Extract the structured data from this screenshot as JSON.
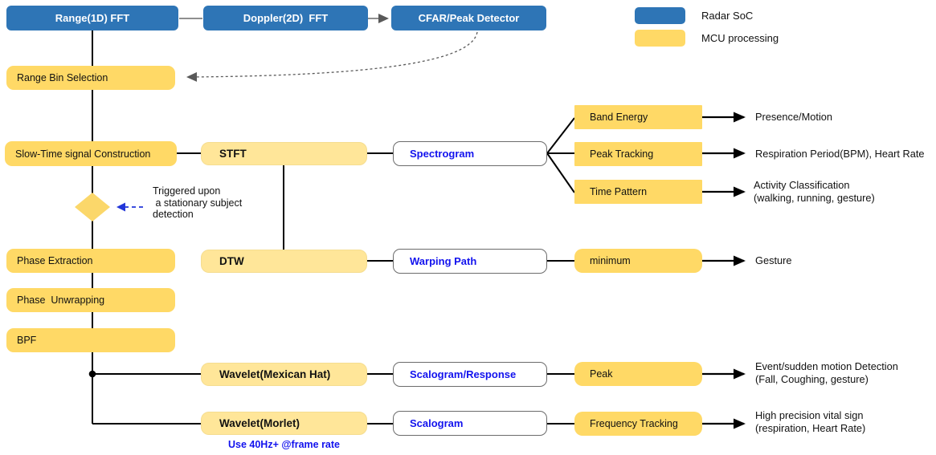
{
  "legend": {
    "radar_soc": "Radar SoC",
    "mcu": "MCU processing"
  },
  "colors": {
    "radar_soc_blue": "#2E75B6",
    "mcu_yellow": "#FFD966",
    "processing_yellow": "#FFE699",
    "link_text_blue": "#1212EE",
    "connector_black": "#000000",
    "connector_gray": "#595959"
  },
  "radar": {
    "range_fft": "Range(1D) FFT",
    "doppler_fft": "Doppler(2D)  FFT",
    "cfar": "CFAR/Peak Detector"
  },
  "chain": {
    "range_bin": "Range Bin Selection",
    "slow_time": "Slow-Time signal Construction",
    "phase_extraction": "Phase Extraction",
    "phase_unwrapping": "Phase  Unwrapping",
    "bpf": "BPF"
  },
  "trigger_note": "Triggered upon\n a stationary subject\ndetection",
  "processing": {
    "stft": "STFT",
    "dtw": "DTW",
    "wavelet_mexican_hat": "Wavelet(Mexican Hat)",
    "wavelet_morlet": "Wavelet(Morlet)"
  },
  "representation": {
    "spectrogram": "Spectrogram",
    "warping_path": "Warping Path",
    "scalogram_response": "Scalogram/Response",
    "scalogram": "Scalogram"
  },
  "feature": {
    "band_energy": "Band Energy",
    "peak_tracking": "Peak Tracking",
    "time_pattern": "Time Pattern",
    "minimum": "minimum",
    "peak": "Peak",
    "frequency_tracking": "Frequency Tracking"
  },
  "output": {
    "presence": "Presence/Motion",
    "respiration": "Respiration Period(BPM), Heart Rate",
    "activity": "Activity Classification\n(walking, running, gesture)",
    "gesture": "Gesture",
    "event_detection": "Event/sudden motion Detection\n(Fall, Coughing, gesture)",
    "vital_sign": "High precision vital sign\n(respiration, Heart Rate)"
  },
  "note": "Use 40Hz+ @frame rate"
}
